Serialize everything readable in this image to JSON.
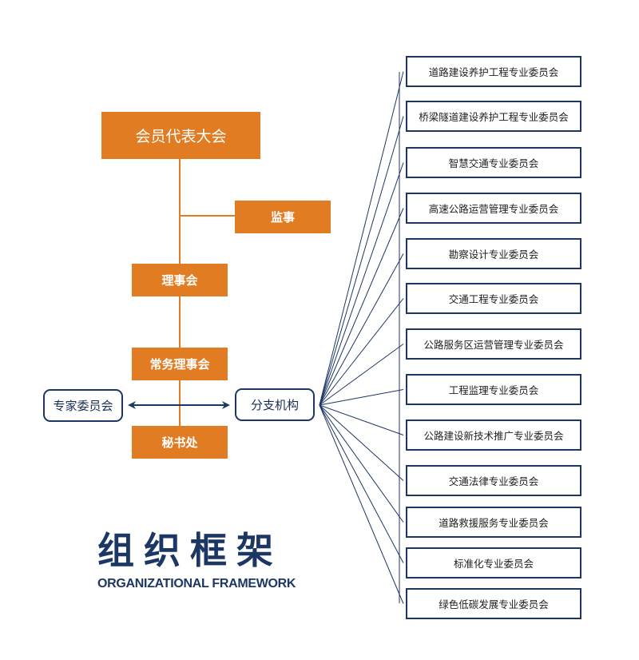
{
  "nodes": {
    "general_assembly": "会员代表大会",
    "supervisor": "监事",
    "council": "理事会",
    "standing_council": "常务理事会",
    "secretariat": "秘书处",
    "expert_committee": "专家委员会",
    "branches": "分支机构"
  },
  "committees": [
    "道路建设养护工程专业委员会",
    "桥梁隧道建设养护工程专业委员会",
    "智慧交通专业委员会",
    "高速公路运营管理专业委员会",
    "勘察设计专业委员会",
    "交通工程专业委员会",
    "公路服务区运营管理专业委员会",
    "工程监理专业委员会",
    "公路建设新技术推广专业委员会",
    "交通法律专业委员会",
    "道路救援服务专业委员会",
    "标准化专业委员会",
    "绿色低碳发展专业委员会"
  ],
  "title": {
    "cn": "组织框架",
    "en": "ORGANIZATIONAL FRAMEWORK"
  },
  "colors": {
    "orange": "#e17c22",
    "navy": "#1d3764"
  },
  "icons": {
    "connector": "double-headed-arrow-icon"
  }
}
